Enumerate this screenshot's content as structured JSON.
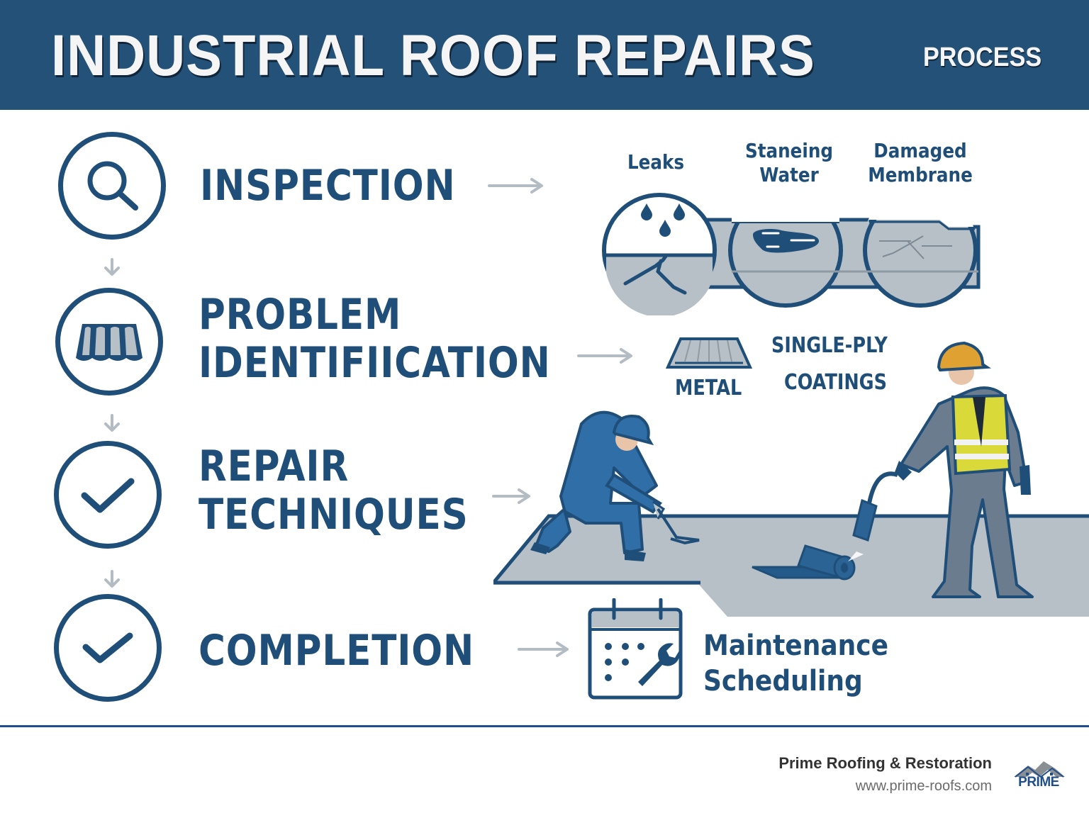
{
  "header": {
    "title": "INDUSTRIAL ROOF REPAIRS",
    "subtitle": "PROCESS",
    "background_color": "#245177"
  },
  "colors": {
    "primary": "#1f4e79",
    "arrow": "#b3bcc3",
    "roof_gray": "#b7c0c7",
    "vest_yellow": "#d9d93a",
    "hardhat_orange": "#e0a133"
  },
  "steps": [
    {
      "label_lines": [
        "INSPECTION"
      ],
      "icon": "magnifier-icon"
    },
    {
      "label_lines": [
        "PROBLEM",
        "IDENTIFIICATION"
      ],
      "icon": "roof-panel-icon"
    },
    {
      "label_lines": [
        "REPAIR",
        "TECHNIQUES"
      ],
      "icon": "checkmark-icon"
    },
    {
      "label_lines": [
        "COMPLETION"
      ],
      "icon": "checkmark-icon"
    }
  ],
  "inspection_issues": [
    {
      "label_lines": [
        "Leaks"
      ],
      "icon": "leak-icon"
    },
    {
      "label_lines": [
        "Staneing",
        "Water"
      ],
      "icon": "standing-water-icon"
    },
    {
      "label_lines": [
        "Damaged",
        "Membrane"
      ],
      "icon": "damaged-membrane-icon"
    }
  ],
  "roof_types": {
    "metal": "METAL",
    "single_ply": "SINGLE-PLY",
    "coatings": "COATINGS"
  },
  "completion_outcome": {
    "lines": [
      "Maintenance",
      "Scheduling"
    ],
    "icon": "calendar-wrench-icon"
  },
  "footer": {
    "company": "Prime Roofing & Restoration",
    "url": "www.prime-roofs.com",
    "logo_text": "PRIME"
  }
}
